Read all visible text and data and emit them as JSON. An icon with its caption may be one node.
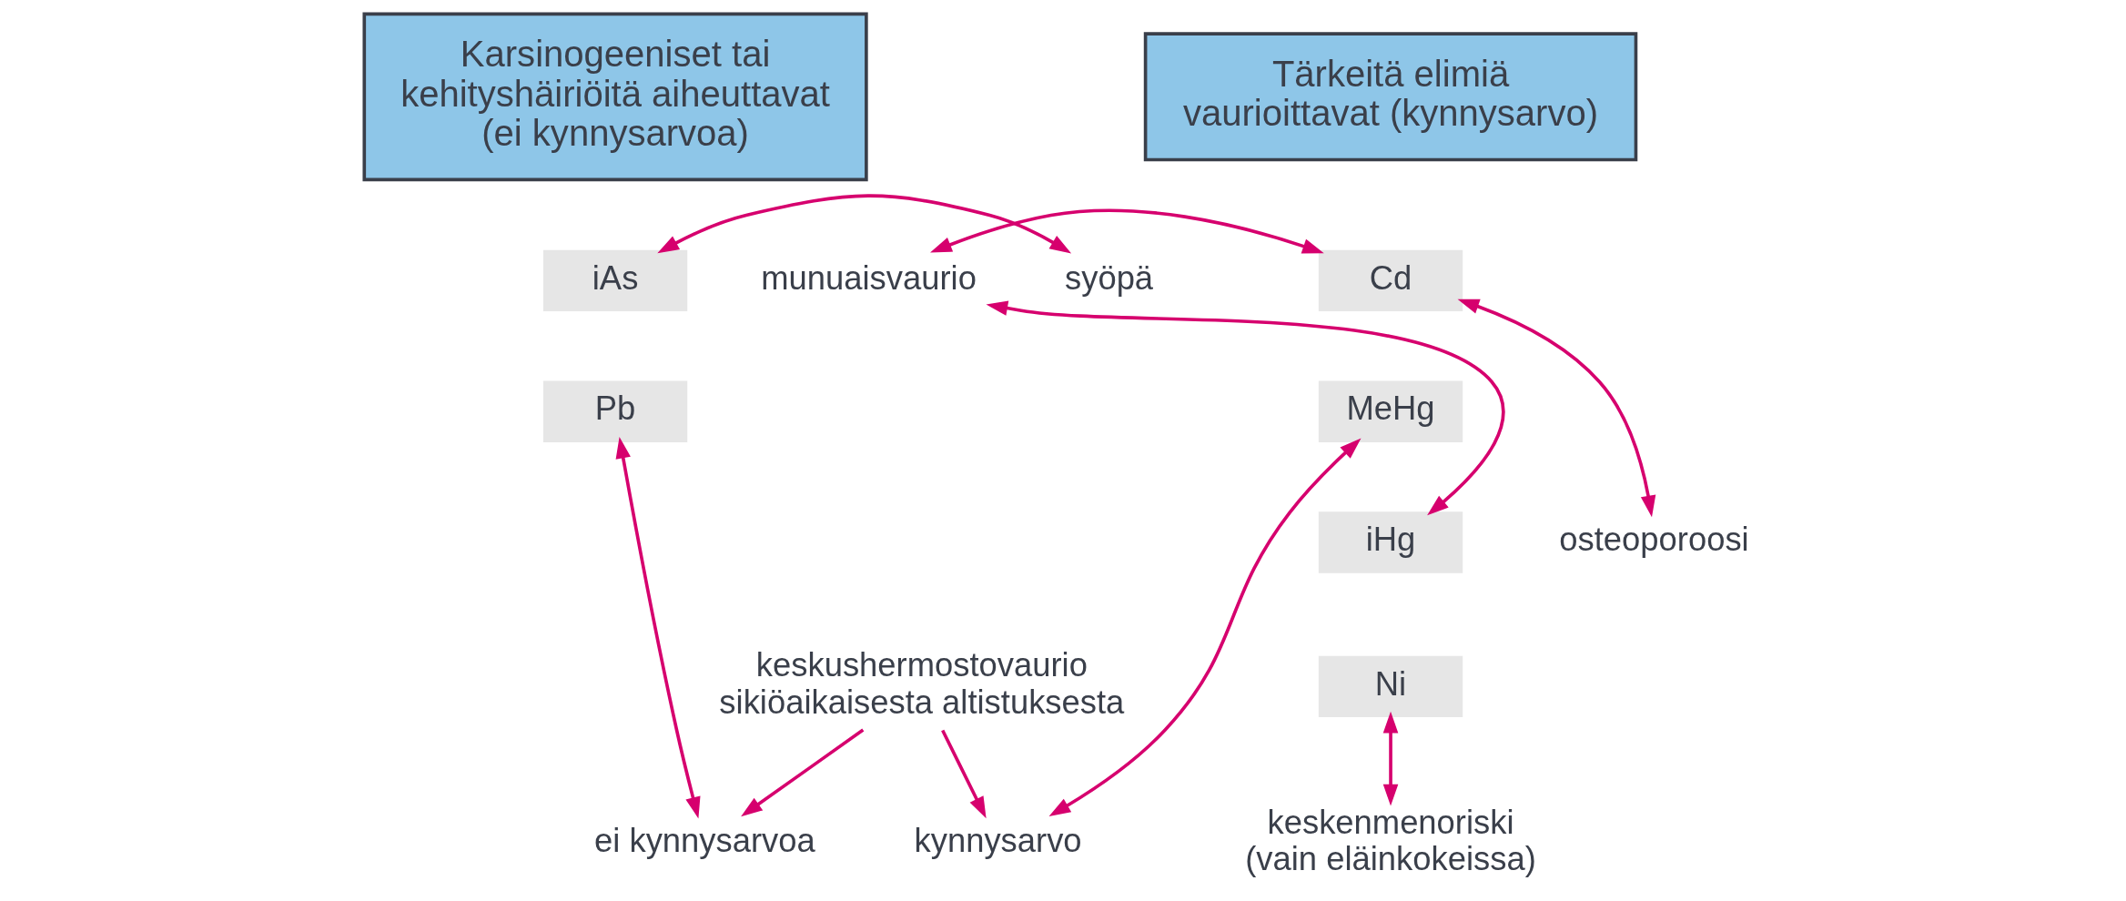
{
  "diagram": {
    "nodes": [
      {
        "text": [
          "Karsinogeeniset tai kehityshäiriöitä aiheuttavat (ei kynnysarvoa)"
        ]
      },
      {
        "text": [
          "Tärkeitä elimiä vaurioittavat (kynnysarvo)"
        ]
      },
      {
        "text": [
          "iAs"
        ]
      },
      {
        "text": [
          "Pb"
        ]
      },
      {
        "text": [
          "Cd"
        ]
      },
      {
        "text": [
          "MeHg"
        ]
      },
      {
        "text": [
          "iHg"
        ]
      },
      {
        "text": [
          "Ni"
        ]
      },
      {
        "text": [
          "syöpä"
        ]
      },
      {
        "text": [
          "munuaisvaurio"
        ]
      },
      {
        "text": [
          "osteoporoosi"
        ]
      },
      {
        "text": [
          "ei kynnysarvoa"
        ]
      },
      {
        "text": [
          "kynnysarvo"
        ]
      },
      {
        "text": [
          "keskenmenoriski (vain eläinkokeissa)"
        ]
      },
      {
        "text": [
          "keskushermostovaurio sikiöaikaisesta altistuksesta"
        ]
      }
    ],
    "edges": [
      {
        "from": 8,
        "to": 2,
        "arrow": "both"
      },
      {
        "from": 3,
        "to": 11,
        "arrow": "both"
      },
      {
        "from": 5,
        "to": 12,
        "arrow": "both"
      },
      {
        "from": 4,
        "to": 9,
        "arrow": "both"
      },
      {
        "from": 6,
        "to": 9,
        "arrow": "both"
      },
      {
        "from": 4,
        "to": 10,
        "arrow": "both"
      },
      {
        "from": 7,
        "to": 13,
        "arrow": "both"
      },
      {
        "from": 14,
        "to": 11,
        "arrow": "to"
      },
      {
        "from": 14,
        "to": 12,
        "arrow": "to"
      }
    ]
  }
}
